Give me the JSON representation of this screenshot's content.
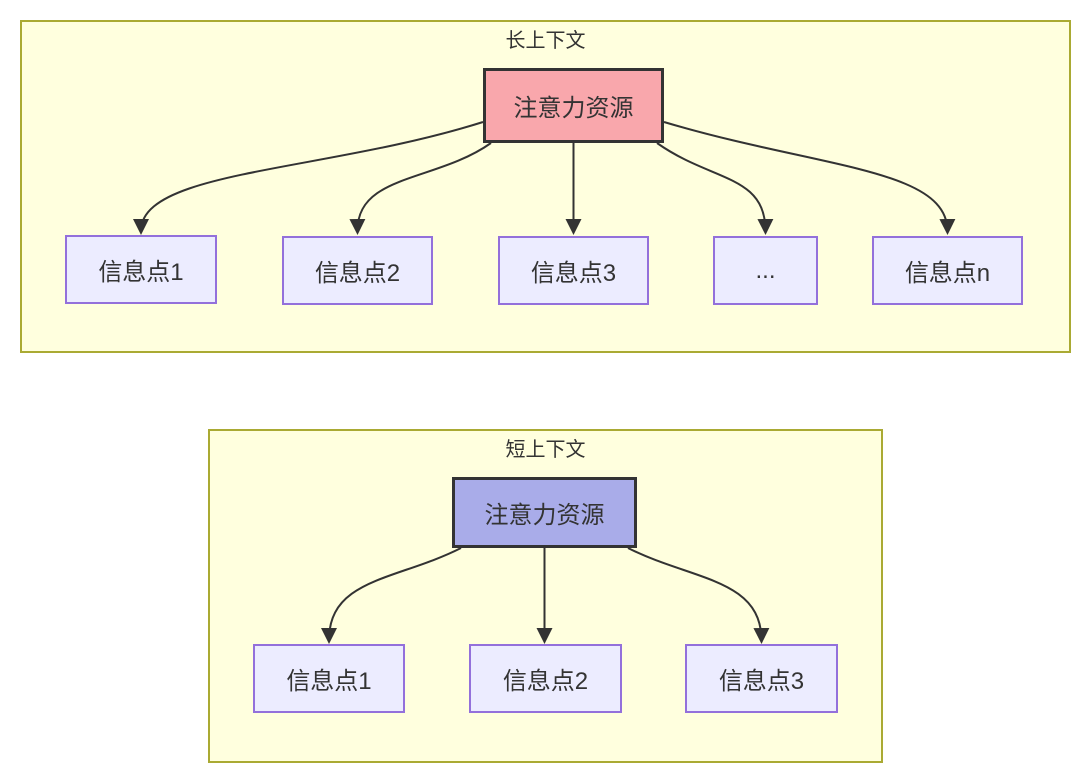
{
  "colors": {
    "group_fill": "#ffffde",
    "group_border": "#aaaa33",
    "info_node_fill": "#ececff",
    "info_node_border": "#9370db",
    "attention_long_fill": "#f9a7ac",
    "attention_short_fill": "#a9ace9",
    "edge_color": "#333333",
    "text_color": "#333333"
  },
  "long_context": {
    "title": "长上下文",
    "attention_label": "注意力资源",
    "attention_fill": "#f9a7ac",
    "info_points": [
      "信息点1",
      "信息点2",
      "信息点3",
      "...",
      "信息点n"
    ]
  },
  "short_context": {
    "title": "短上下文",
    "attention_label": "注意力资源",
    "attention_fill": "#a9ace9",
    "info_points": [
      "信息点1",
      "信息点2",
      "信息点3"
    ]
  }
}
